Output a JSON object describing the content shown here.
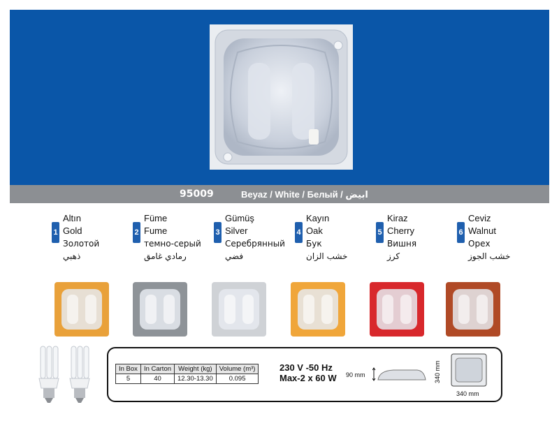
{
  "product": {
    "code": "95009",
    "color_name": "Beyaz / White / Белый / ابيض"
  },
  "colors": [
    {
      "number": "1",
      "tr": "Altın",
      "en": "Gold",
      "ru": "Золотой",
      "ar": "ذهبي",
      "hex": "#e9a13a"
    },
    {
      "number": "2",
      "tr": "Füme",
      "en": "Fume",
      "ru": "темно-серый",
      "ar": "رمادي غامق",
      "hex": "#8e9398"
    },
    {
      "number": "3",
      "tr": "Gümüş",
      "en": "Silver",
      "ru": "Серебрянный",
      "ar": "فضي",
      "hex": "#cfd2d6"
    },
    {
      "number": "4",
      "tr": "Kayın",
      "en": "Oak",
      "ru": "Бук",
      "ar": "خشب الزان",
      "hex": "#f0a63a"
    },
    {
      "number": "5",
      "tr": "Kiraz",
      "en": "Cherry",
      "ru": "Вишня",
      "ar": "كرز",
      "hex": "#d8282c"
    },
    {
      "number": "6",
      "tr": "Ceviz",
      "en": "Walnut",
      "ru": "Орех",
      "ar": "خشب الجوز",
      "hex": "#b04a26"
    }
  ],
  "specs": {
    "headers": [
      "In Box",
      "In Carton",
      "Weight (kg)",
      "Volume (m³)"
    ],
    "values": [
      "5",
      "40",
      "12.30-13.30",
      "0.095"
    ],
    "voltage": "230 V -50 Hz",
    "max_power": "Max-2 x 60 W",
    "height": "90 mm",
    "width": "340 mm",
    "depth": "340 mm"
  },
  "theme": {
    "hero_blue": "#0a56a8",
    "bar_gray": "#8c8f93",
    "badge_blue": "#1f5fae"
  },
  "icons": [
    "ceiling-lamp-image",
    "energy-saving-bulb-icon"
  ]
}
